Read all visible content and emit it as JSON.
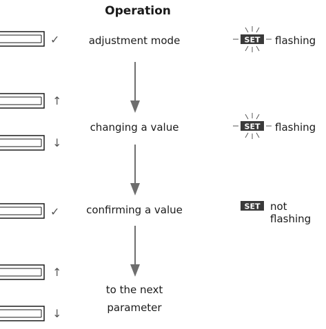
{
  "title": "Operation",
  "steps": [
    {
      "label": "adjustment mode",
      "key_glyph": "✓",
      "set_label": "SET",
      "state": "flashing"
    },
    {
      "label": "changing a value",
      "key_glyph_up": "↑",
      "key_glyph_down": "↓",
      "set_label": "SET",
      "state": "flashing"
    },
    {
      "label": "confirming a value",
      "key_glyph": "✓",
      "set_label": "SET",
      "state": "not flashing"
    },
    {
      "label_line1": "to the next",
      "label_line2": "parameter",
      "key_glyph_up": "↑",
      "key_glyph_down": "↓"
    }
  ],
  "icons": {
    "button": "button-icon",
    "set": "set-indicator-icon"
  },
  "colors": {
    "arrow": "#6e6e6e",
    "badge": "#3a3a3a"
  }
}
